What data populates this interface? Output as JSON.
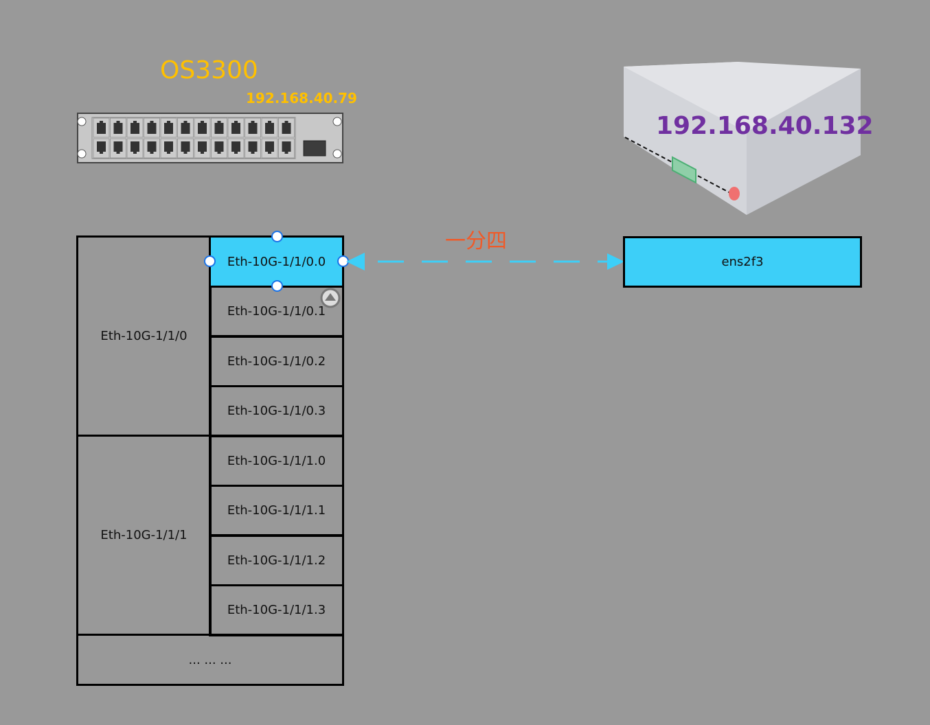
{
  "switch": {
    "name": "OS3300",
    "ip": "192.168.40.79",
    "color": "#ffc000"
  },
  "server": {
    "ip": "192.168.40.132",
    "color": "#7030a0"
  },
  "link_label": "一分四",
  "link_label_color": "#f05a28",
  "link_color": "#3dcff8",
  "parent_ports": [
    "Eth-10G-1/1/0",
    "Eth-10G-1/1/1"
  ],
  "sub_ports": [
    "Eth-10G-1/1/0.0",
    "Eth-10G-1/1/0.1",
    "Eth-10G-1/1/0.2",
    "Eth-10G-1/1/0.3",
    "Eth-10G-1/1/1.0",
    "Eth-10G-1/1/1.1",
    "Eth-10G-1/1/1.2",
    "Eth-10G-1/1/1.3"
  ],
  "more": "... ... ...",
  "server_port": "ens2f3"
}
